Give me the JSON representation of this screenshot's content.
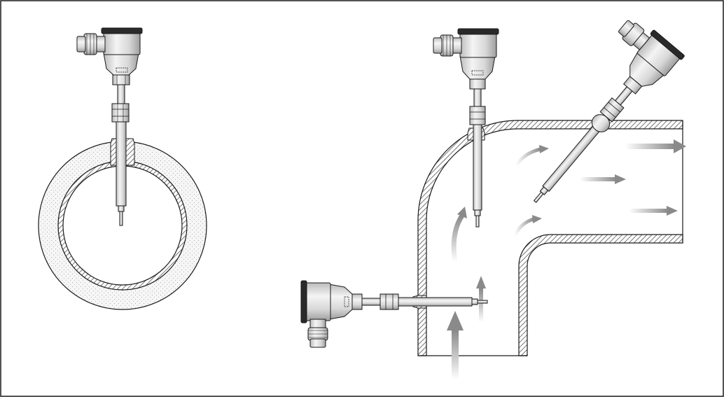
{
  "figure": {
    "description_visible_text": "",
    "colors": {
      "line": "#1a1a1a",
      "hatch": "#555555",
      "insulation_stipple": "#8a8a8a",
      "metal_light": "#e6e6e6",
      "metal_mid": "#c9c9c9",
      "metal_dark": "#8e8e8e",
      "flow_arrow_start": "#ffffff",
      "flow_arrow_end": "#8a8a8a"
    },
    "parts": [
      "pipe-cross-section",
      "insulation-ring",
      "pipe-elbow",
      "transmitter-head",
      "cable-gland",
      "compression-fitting",
      "sensor-rod",
      "flow-arrow"
    ]
  }
}
